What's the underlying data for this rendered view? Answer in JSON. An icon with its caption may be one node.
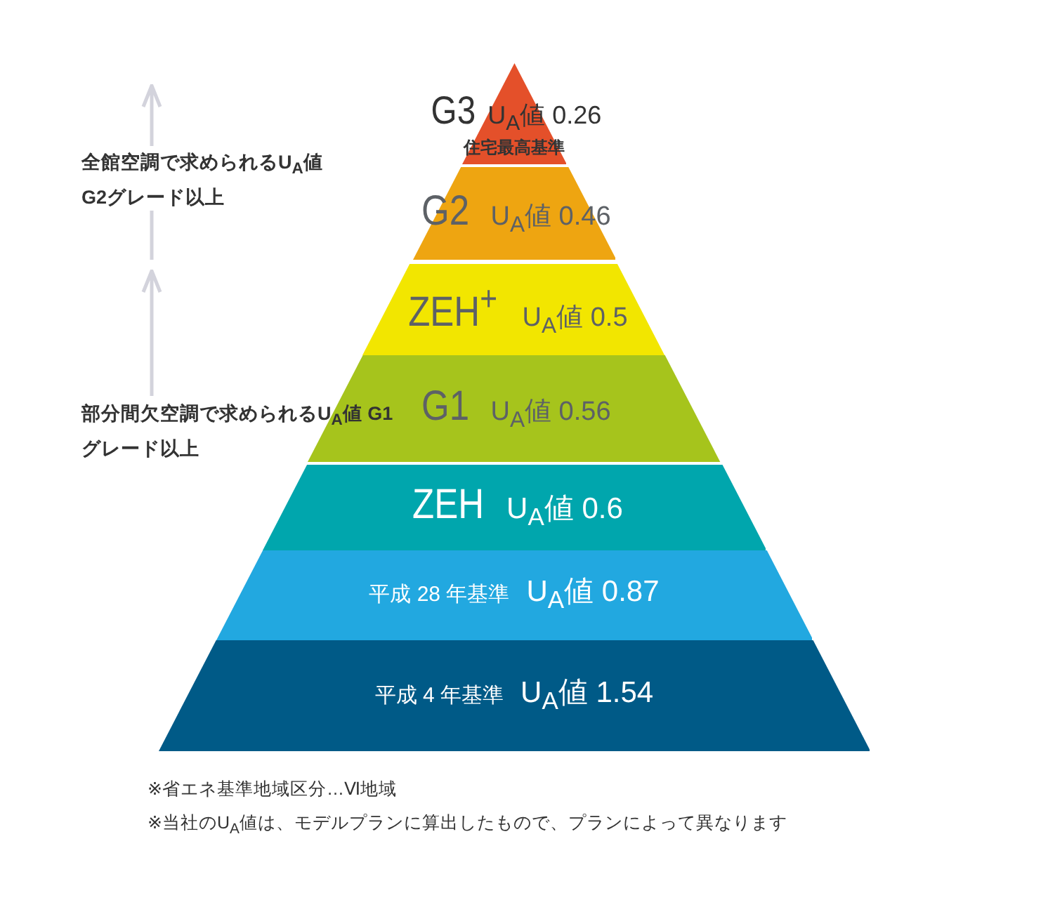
{
  "diagram": {
    "nodes": [
      {
        "text": [
          "G3",
          "U$_{A}$値 0.26",
          "住宅最高基準"
        ]
      },
      {
        "text": [
          "G2",
          "U$_{A}$値 0.46"
        ]
      },
      {
        "text": [
          "ZEH$^{+}$",
          "U$_{A}$値 0.5"
        ]
      },
      {
        "text": [
          "G1",
          "U$_{A}$値 0.56"
        ]
      },
      {
        "text": [
          "ZEH",
          "U$_{A}$値 0.6"
        ]
      },
      {
        "text": [
          "平成 28 年基準",
          "U$_{A}$値 0.87"
        ]
      },
      {
        "text": [
          "平成 4 年基準",
          "U$_{A}$値 1.54"
        ]
      }
    ],
    "labels": [
      "全館空調で求められるU$_{A}$値 G2グレード以上",
      "部分間欠空調で求められるU$_{A}$値 G1グレード以上",
      "※省エネ基準地域区分…Ⅵ地域",
      "※当社のU$_{A}$値は、モデルプランに算出したもので、プランによって異なります"
    ]
  }
}
